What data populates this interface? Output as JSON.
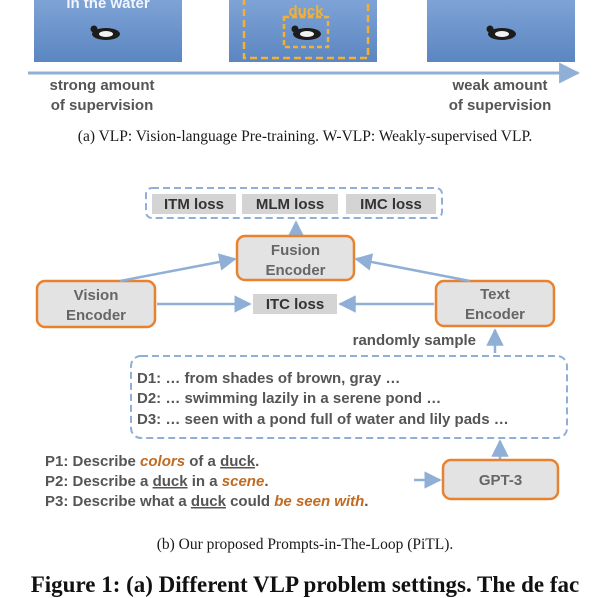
{
  "panel_a": {
    "photo_left_text": "in the water",
    "photo_mid_text": "duck",
    "strong_label_1": "strong amount",
    "strong_label_2": "of supervision",
    "weak_label_1": "weak amount",
    "weak_label_2": "of supervision",
    "caption": "(a)  VLP: Vision-language Pre-training. W-VLP: Weakly-supervised VLP."
  },
  "panel_b": {
    "losses": [
      "ITM loss",
      "MLM loss",
      "IMC loss"
    ],
    "fusion_1": "Fusion",
    "fusion_2": "Encoder",
    "vision_1": "Vision",
    "vision_2": "Encoder",
    "text_1": "Text",
    "text_2": "Encoder",
    "itc": "ITC loss",
    "randomly": "randomly sample",
    "descriptions": [
      "D1: … from shades of brown, gray …",
      "D2: … swimming lazily in a serene pond …",
      "D3: … seen with a pond full of water and lily pads …"
    ],
    "p1": {
      "prefix": "P1: Describe ",
      "emph": "colors",
      "mid": " of a ",
      "obj": "duck",
      "end": "."
    },
    "p2": {
      "prefix": "P2: Describe a ",
      "obj": "duck",
      "mid": " in a ",
      "emph": "scene",
      "end": "."
    },
    "p3": {
      "prefix": "P3: Describe what a ",
      "obj": "duck",
      "mid": " could ",
      "emph": "be seen with",
      "end": "."
    },
    "gpt": "GPT-3",
    "caption": "(b)  Our proposed Prompts-in-The-Loop (PiTL)."
  },
  "figure_label": "Figure 1: (a) Different VLP problem settings. The de fac",
  "colors": {
    "blue": "#8fafd6",
    "orange": "#e8822e",
    "box_gray": "#d4d4d4",
    "enc_gray": "#e3e3e3",
    "emph": "#c06a22",
    "photo": "#6a93c9"
  }
}
